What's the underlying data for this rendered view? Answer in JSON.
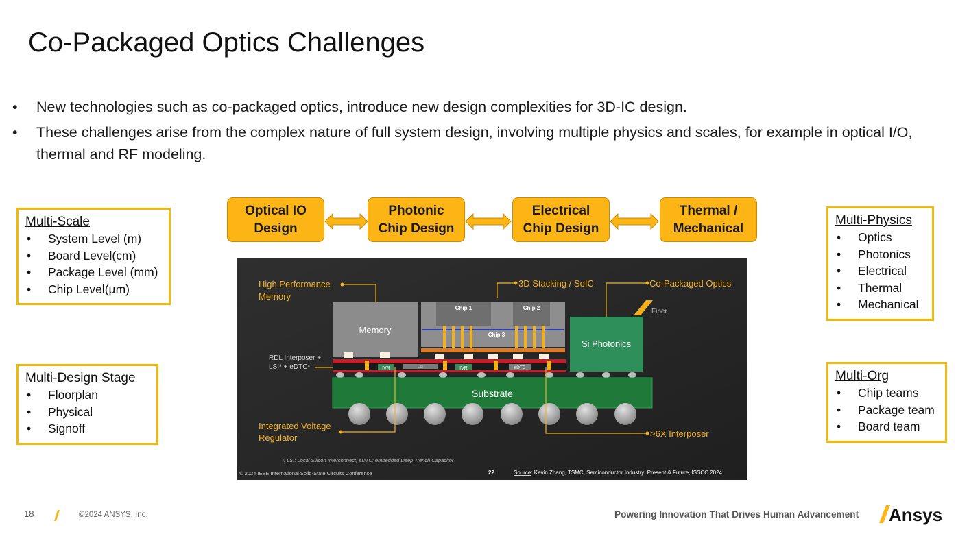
{
  "slide": {
    "title": "Co-Packaged Optics Challenges",
    "bullets": [
      "New technologies such as co-packaged optics, introduce new design complexities for 3D-IC design.",
      "These challenges arise from the complex nature of full system design, involving multiple physics and scales, for example in optical I/O, thermal and RF modeling."
    ]
  },
  "boxes": {
    "multi_scale": {
      "heading": "Multi-Scale",
      "items": [
        "System Level (m)",
        "Board Level(cm)",
        "Package Level (mm)",
        "Chip Level(µm)"
      ]
    },
    "multi_design": {
      "heading": "Multi-Design Stage",
      "items": [
        "Floorplan",
        "Physical",
        "Signoff"
      ]
    },
    "multi_physics": {
      "heading": "Multi-Physics",
      "items": [
        "Optics",
        "Photonics",
        "Electrical",
        "Thermal",
        "Mechanical"
      ]
    },
    "multi_org": {
      "heading": "Multi-Org",
      "items": [
        "Chip teams",
        "Package team",
        "Board team"
      ]
    }
  },
  "flow": {
    "steps": [
      {
        "line1": "Optical IO",
        "line2": "Design"
      },
      {
        "line1": "Photonic",
        "line2": "Chip Design"
      },
      {
        "line1": "Electrical",
        "line2": "Chip Design"
      },
      {
        "line1": "Thermal /",
        "line2": "Mechanical"
      }
    ]
  },
  "figure": {
    "labels": {
      "hpm1": "High Performance",
      "hpm2": "Memory",
      "stacking": "3D Stacking / SoIC",
      "cpo": "Co-Packaged Optics",
      "fiber": "Fiber",
      "memory": "Memory",
      "chip1": "Chip 1",
      "chip2": "Chip 2",
      "chip3": "Chip 3",
      "si_photonics": "Si Photonics",
      "rdl1": "RDL Interposer +",
      "rdl2": "LSI* + eDTC*",
      "ivr": "IVR",
      "lsi": "LSI",
      "edtc": "eDTC",
      "substrate": "Substrate",
      "ivr_label1": "Integrated Voltage",
      "ivr_label2": "Regulator",
      "interposer": ">6X Interposer",
      "footnote": "*: LSI: Local Silicon Interconnect; eDTC: embedded Deep Trench Capacitor",
      "conf": "© 2024 IEEE International Solid-State Circuits Conference",
      "page": "22",
      "source_label": "Source",
      "source_text": ": Kevin Zhang, TSMC, Semiconductor Industry: Present & Future, ISSCC 2024"
    }
  },
  "footer": {
    "page_number": "18",
    "copyright": "©2024 ANSYS, Inc.",
    "tagline": "Powering Innovation That Drives Human Advancement",
    "logo": "Ansys"
  },
  "colors": {
    "accent": "#fdb515",
    "box_border": "#f0b90b",
    "figure_bg": "#2b2b2b"
  }
}
